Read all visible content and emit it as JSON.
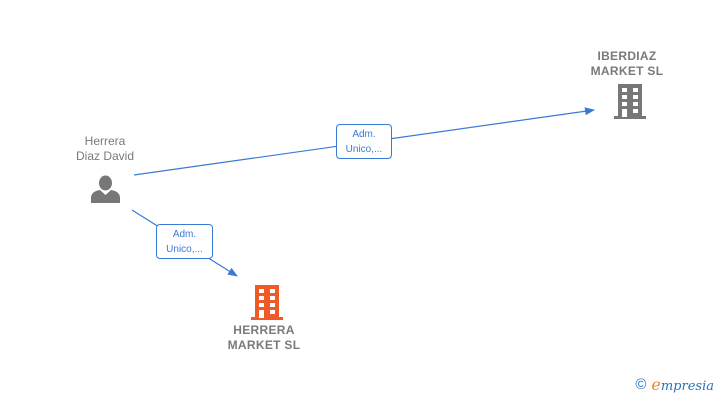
{
  "colors": {
    "edge": "#3a7ad5",
    "company_gray": "#777777",
    "company_highlight": "#f05a28",
    "person": "#777777",
    "label_gray": "#7a7a7a"
  },
  "nodes": {
    "person": {
      "type": "person",
      "name_line1": "Herrera",
      "name_line2": "Diaz David",
      "icon": "person-icon"
    },
    "company_top": {
      "type": "company",
      "name_line1": "IBERDIAZ",
      "name_line2": "MARKET  SL",
      "icon": "building-icon"
    },
    "company_bottom": {
      "type": "company",
      "name_line1": "HERRERA",
      "name_line2": "MARKET  SL",
      "icon": "building-icon",
      "highlighted": true
    }
  },
  "edges": [
    {
      "from": "person",
      "to": "company_top",
      "label_line1": "Adm.",
      "label_line2": "Unico,..."
    },
    {
      "from": "person",
      "to": "company_bottom",
      "label_line1": "Adm.",
      "label_line2": "Unico,..."
    }
  ],
  "footer": {
    "copyright_symbol": "©",
    "brand_first": "e",
    "brand_rest": "mpresia"
  }
}
